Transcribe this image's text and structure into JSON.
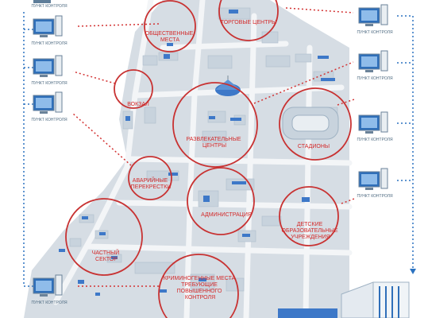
{
  "colors": {
    "background": "#ffffff",
    "city_base": "#d6dde4",
    "road": "#f3f5f7",
    "building": "#c8d3dd",
    "roof_blue": "#3d78c8",
    "zone_circle": "#c83232",
    "zone_text": "#d42a2a",
    "dotted_line_red": "#d33333",
    "dotted_line_blue": "#2b72c0",
    "pc_label": "#4f6b82"
  },
  "control_point_label": "ПУНКТ КОНТРОЛЯ",
  "control_points": {
    "left": [
      {
        "label": "ПУНКТ КОНТРОЛЯ"
      },
      {
        "label": "ПУНКТ КОНТРОЛЯ"
      },
      {
        "label": "ПУНКТ КОНТРОЛЯ"
      },
      {
        "label": "ПУНКТ КОНТРОЛЯ"
      },
      {
        "label": "ПУНКТ КОНТРОЛЯ"
      }
    ],
    "right": [
      {
        "label": "ПУНКТ КОНТРОЛЯ"
      },
      {
        "label": "ПУНКТ КОНТРОЛЯ"
      },
      {
        "label": "ПУНКТ КОНТРОЛЯ"
      },
      {
        "label": "ПУНКТ КОНТРОЛЯ"
      }
    ]
  },
  "zones": [
    {
      "id": "public-places",
      "lines": [
        "ОБЩЕСТВЕННЫЕ",
        "МЕСТА"
      ]
    },
    {
      "id": "shopping-centers",
      "lines": [
        "ТОРГОВЫЕ ЦЕНТРЫ"
      ]
    },
    {
      "id": "railway-station",
      "lines": [
        "ВОКЗАЛ"
      ]
    },
    {
      "id": "entertainment-centers",
      "lines": [
        "РАЗВЛЕКАТЕЛЬНЫЕ",
        "ЦЕНТРЫ"
      ]
    },
    {
      "id": "stadiums",
      "lines": [
        "СТАДИОНЫ"
      ]
    },
    {
      "id": "emergency-crossroads",
      "lines": [
        "АВАРИЙНЫЕ",
        "ПЕРЕКРЕСТКИ"
      ]
    },
    {
      "id": "administration",
      "lines": [
        "АДМИНИСТРАЦИЯ"
      ]
    },
    {
      "id": "schools",
      "lines": [
        "ДЕТСКИЕ",
        "ОБРАЗОВАТЕЛЬНЫЕ",
        "УЧРЕЖДЕНИЯ"
      ]
    },
    {
      "id": "private-sector",
      "lines": [
        "ЧАСТНЫЙ",
        "СЕКТОР"
      ]
    },
    {
      "id": "crime-places",
      "lines": [
        "КРИМИНОГЕННЫЕ МЕСТА",
        "ТРЕБУЮЩИЕ",
        "ПОВЫШЕННОГО",
        "КОНТРОЛЯ"
      ]
    }
  ]
}
